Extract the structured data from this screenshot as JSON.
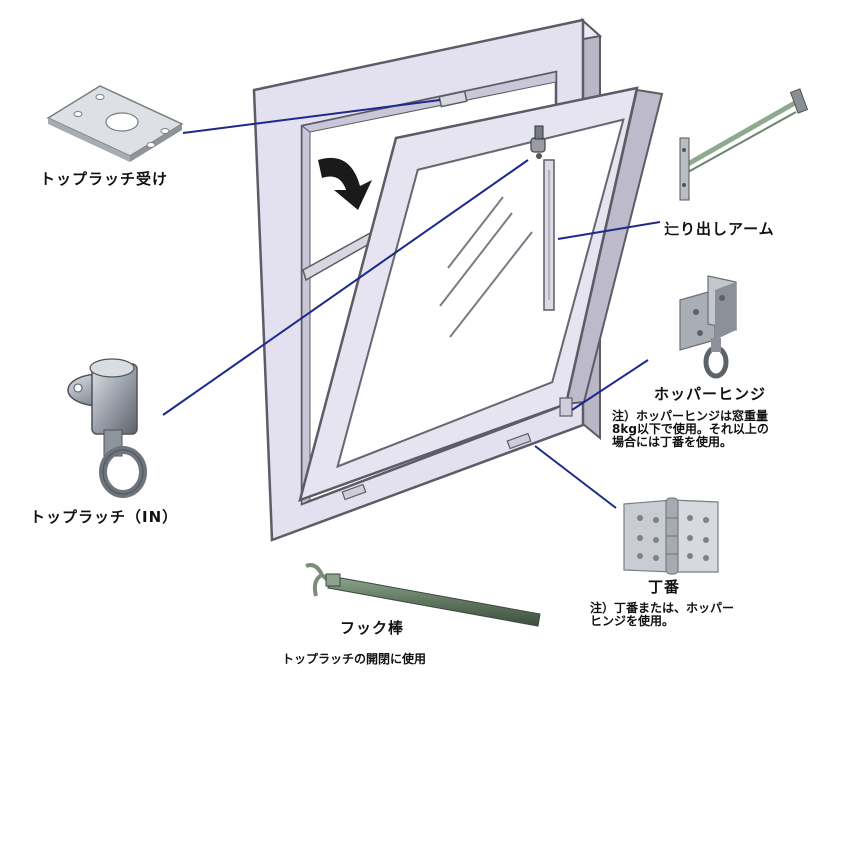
{
  "labels": {
    "top_latch_receiver": "トップラッチ受け",
    "projection_arm": "辷り出しアーム",
    "hopper_hinge": "ホッパーヒンジ",
    "hopper_note": "注）ホッパーヒンジは窓重量\n8kg以下で使用。それ以上の\n場合には丁番を使用。",
    "top_latch": "トップラッチ（IN）",
    "butt_hinge": "丁番",
    "butt_note": "注）丁番または、ホッパー\nヒンジを使用。",
    "hook_rod": "フック棒",
    "hook_rod_note": "トップラッチの開閉に使用"
  },
  "colors": {
    "frame_fill": "#e3e0ef",
    "frame_edge": "#5d5c66",
    "leader_line": "#1c2a8c",
    "metal": "#a8adb5",
    "rod": "#5f7760",
    "arrow": "#1a1a1a"
  },
  "icons": [
    "curved-arrow-icon"
  ]
}
